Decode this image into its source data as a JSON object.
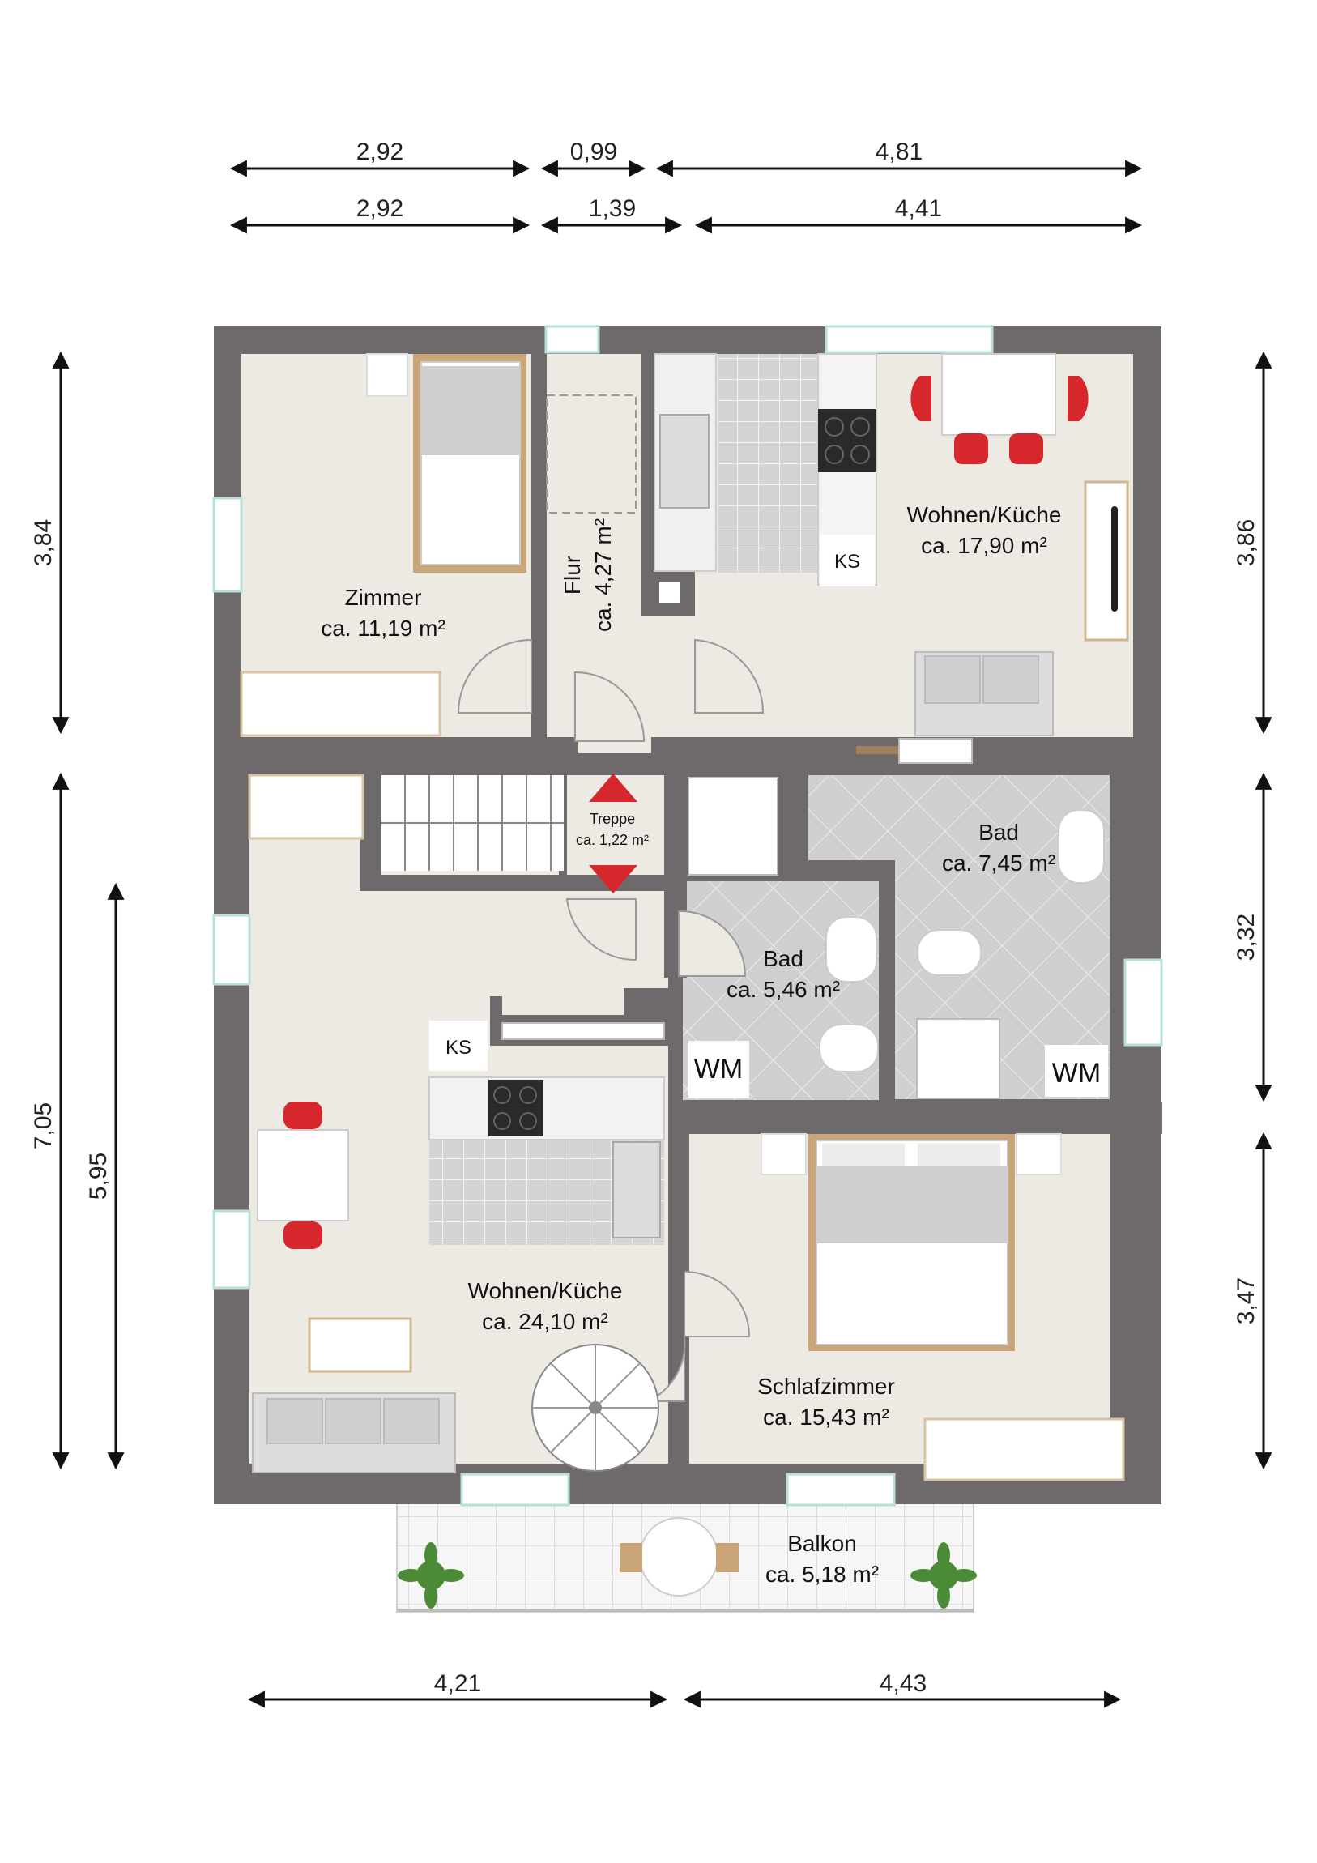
{
  "colors": {
    "wall": "#6e6a6b",
    "floor": "#edeae3",
    "tile": "#d2d2d2",
    "accent_red": "#d6282c",
    "wood": "#caa577",
    "dim_line": "#111111"
  },
  "dimensions": {
    "top_row1": [
      "2,92",
      "0,99",
      "4,81"
    ],
    "top_row2": [
      "2,92",
      "1,39",
      "4,41"
    ],
    "bottom": [
      "4,21",
      "4,43"
    ],
    "left_outer": [
      "3,84",
      "7,05"
    ],
    "left_inner": [
      "5,95"
    ],
    "right": [
      "3,86",
      "3,32",
      "3,47"
    ]
  },
  "rooms": {
    "zimmer": {
      "name": "Zimmer",
      "area": "ca. 11,19 m²"
    },
    "flur": {
      "name": "Flur",
      "area": "ca. 4,27 m²"
    },
    "wohnen_top": {
      "name": "Wohnen/Küche",
      "area": "ca. 17,90 m²"
    },
    "treppe": {
      "name": "Treppe",
      "area": "ca. 1,22 m²"
    },
    "bad_large": {
      "name": "Bad",
      "area": "ca. 7,45 m²"
    },
    "bad_small": {
      "name": "Bad",
      "area": "ca. 5,46 m²"
    },
    "wohnen_bottom": {
      "name": "Wohnen/Küche",
      "area": "ca. 24,10 m²"
    },
    "schlafzimmer": {
      "name": "Schlafzimmer",
      "area": "ca. 15,43 m²"
    },
    "balkon": {
      "name": "Balkon",
      "area": "ca. 5,18 m²"
    }
  },
  "labels": {
    "ks": "KS",
    "wm": "WM"
  }
}
